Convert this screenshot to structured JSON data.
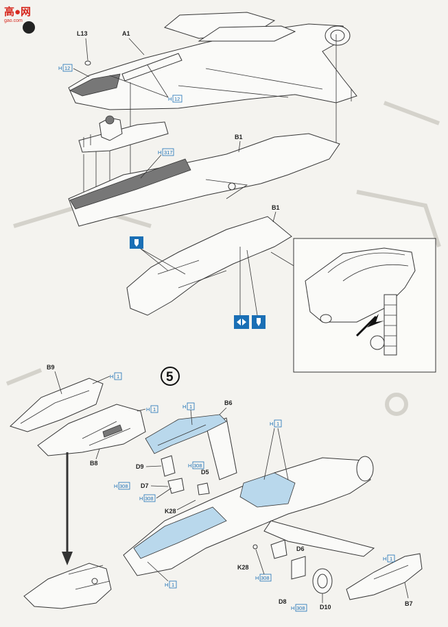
{
  "watermark": {
    "text": "高●网",
    "url": "gao.com"
  },
  "step": {
    "number": "5"
  },
  "part_labels": {
    "L13": "L13",
    "A1": "A1",
    "B1_top": "B1",
    "B1_mid": "B1",
    "B9": "B9",
    "B8": "B8",
    "B6": "B6",
    "D9": "D9",
    "D7": "D7",
    "D5": "D5",
    "K28_a": "K28",
    "K28_b": "K28",
    "D6": "D6",
    "D8": "D8",
    "D10": "D10",
    "B7": "B7"
  },
  "color_codes": {
    "h12_a": "12",
    "h12_b": "12",
    "h317": "317",
    "h1_b9": "1",
    "h1_b8": "1",
    "h1_b6": "1",
    "h1_d5": "1",
    "h308_a": "308",
    "h308_b": "308",
    "h308_c": "308",
    "h308_d": "308",
    "h308_e": "308",
    "h1_lower": "1",
    "h1_b7": "1"
  },
  "colors": {
    "accent_blue": "#1a6fb5",
    "canopy_tint": "#b9d8ec",
    "watermark_red": "#d6281e"
  },
  "icons": [
    "glue-icon",
    "flip-view-icon",
    "glue-icon"
  ]
}
